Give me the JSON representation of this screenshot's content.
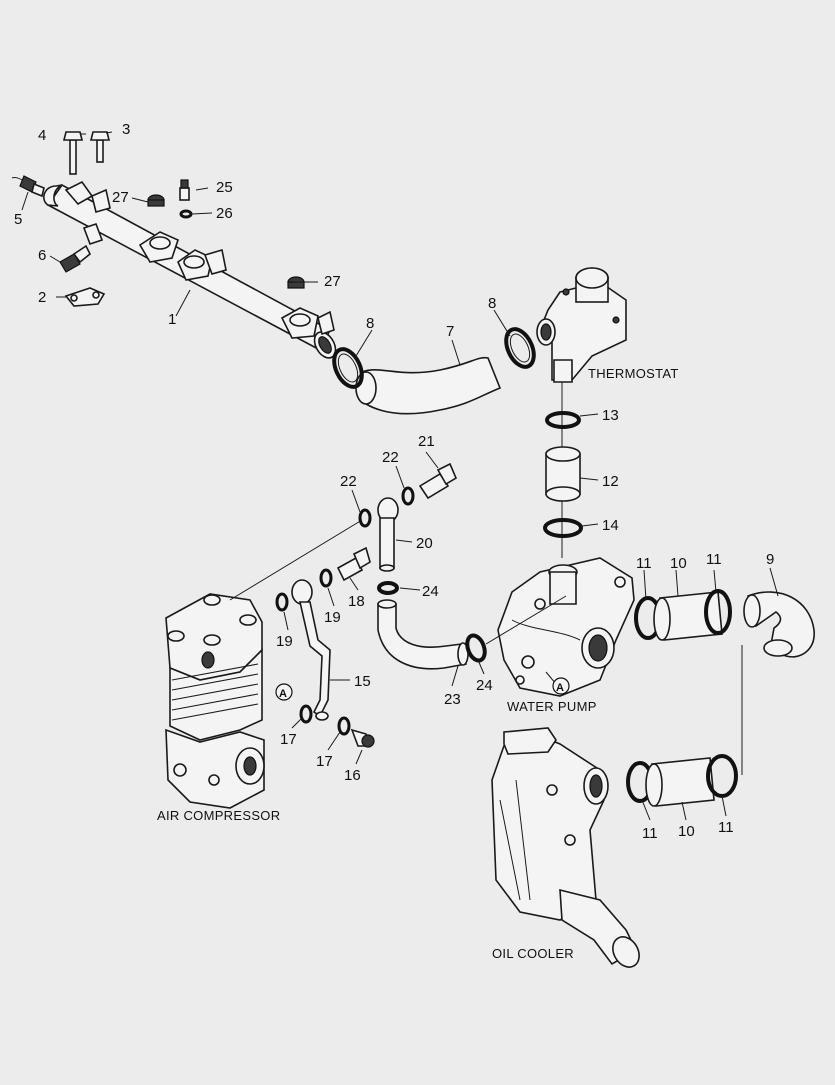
{
  "diagram": {
    "callouts": [
      "1",
      "2",
      "3",
      "4",
      "5",
      "6",
      "7",
      "8",
      "8",
      "9",
      "10",
      "10",
      "11",
      "11",
      "11",
      "11",
      "12",
      "13",
      "14",
      "15",
      "16",
      "17",
      "17",
      "18",
      "19",
      "19",
      "20",
      "21",
      "22",
      "22",
      "23",
      "24",
      "24",
      "25",
      "26",
      "27",
      "27"
    ],
    "labels": {
      "thermostat": "THERMOSTAT",
      "water_pump": "WATER PUMP",
      "air_compressor": "AIR COMPRESSOR",
      "oil_cooler": "OIL COOLER"
    },
    "reference_marker": "A"
  }
}
